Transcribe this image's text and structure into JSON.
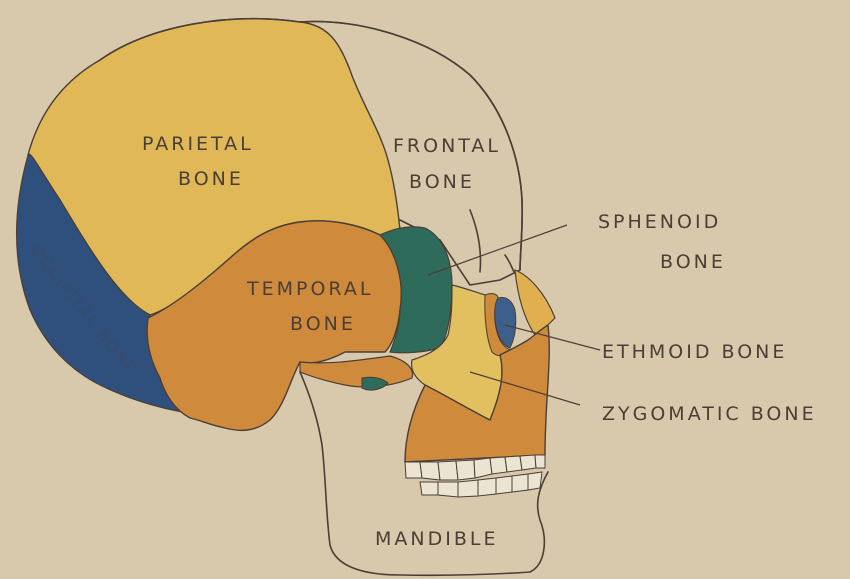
{
  "labels": {
    "parietal_l1": "PARIETAL",
    "parietal_l2": "BONE",
    "frontal_l1": "FRONTAL",
    "frontal_l2": "BONE",
    "sphenoid_l1": "SPHENOID",
    "sphenoid_l2": "BONE",
    "temporal_l1": "TEMPORAL",
    "temporal_l2": "BONE",
    "ethmoid": "ETHMOID BONE",
    "zygomatic": "ZYGOMATIC BONE",
    "mandible": "MANDIBLE",
    "occipital": "OCCIPITAL BONE"
  },
  "colors": {
    "paper": "#d8c8ac",
    "parietal": "#e0b858",
    "temporal": "#cf8a3c",
    "sphenoid": "#2f6b5a",
    "occipital": "#2f4f7c",
    "ethmoid": "#3d5f8c",
    "zygomatic": "#e2c060",
    "maxilla": "#cf8a3c",
    "ink": "#4a3f36"
  }
}
